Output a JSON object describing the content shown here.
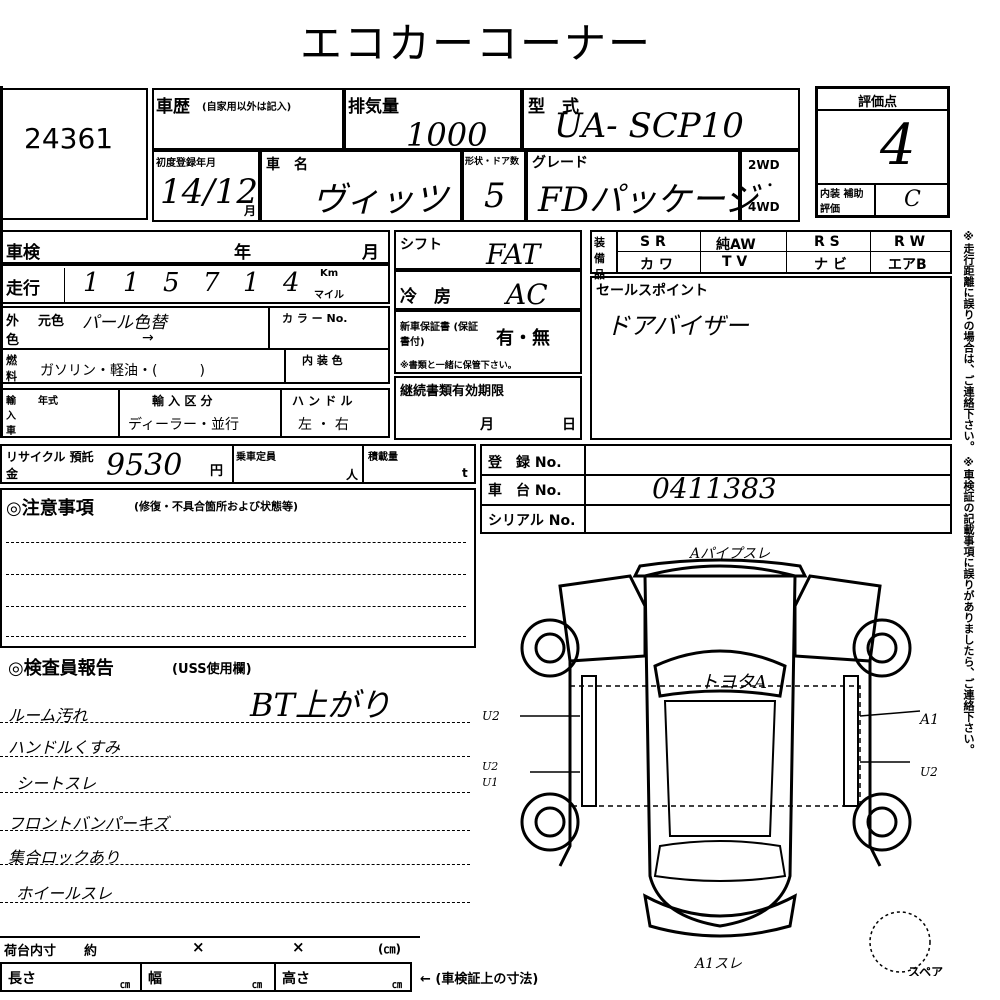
{
  "title": "エコカーコーナー",
  "lot_number": "24361",
  "history": {
    "label": "車歴",
    "note": "(自家用以外は記入)"
  },
  "displacement": {
    "label": "排気量",
    "value": "1000"
  },
  "model": {
    "label": "型　式",
    "value": "UA- SCP10"
  },
  "rating": {
    "label": "評価点",
    "value": "4",
    "interior_label": "内装 補助評価",
    "interior_value": "C"
  },
  "first_reg": {
    "label": "初度登録年月",
    "value": "14/12",
    "month": "月"
  },
  "car_name": {
    "label": "車　名",
    "value": "ヴィッツ"
  },
  "doors": {
    "label": "形状・ドア数",
    "value": "5"
  },
  "grade": {
    "label": "グレード",
    "value": "FDパッケージ"
  },
  "drive": {
    "two": "2WD",
    "dot": "・",
    "four": "4WD"
  },
  "shaken": {
    "label": "車検",
    "year": "年",
    "month": "月"
  },
  "mileage": {
    "label": "走行",
    "digits": [
      "1",
      "1",
      "5",
      "7",
      "1",
      "4"
    ],
    "unit_km": "Km",
    "unit_mile": "マイル"
  },
  "shift": {
    "label": "シフト",
    "value": "FAT"
  },
  "aircon": {
    "label": "冷　房",
    "value": "AC"
  },
  "equipment": {
    "label": "装備品",
    "row1": [
      "S R",
      "純AW",
      "R S",
      "R W"
    ],
    "row2": [
      "カ ワ",
      "T V",
      "ナ ビ",
      "エアB"
    ]
  },
  "sales_point": {
    "label": "セールスポイント",
    "value": "ドアバイザー"
  },
  "exterior_color": {
    "label": "外色",
    "original_label": "元色",
    "value": "パール色替",
    "arrow": "→"
  },
  "color_no": {
    "label": "カ ラ ー No."
  },
  "warranty": {
    "label": "新車保証書 (保証書付)",
    "value": "有・無",
    "note": "※書類と一緒に保管下さい。"
  },
  "fuel": {
    "label": "燃料",
    "options": "ガソリン・軽油・(　　　)"
  },
  "interior_color": {
    "label": "内 装 色"
  },
  "inspection_expiry": {
    "label": "継続書類有効期限",
    "month": "月",
    "day": "日"
  },
  "import": {
    "label": "輸入車",
    "year_label": "年式",
    "route_label": "輸 入 区 分",
    "route_options": "ディーラー・並行"
  },
  "handle": {
    "label": "ハ ン ド ル",
    "options": "左 ・ 右"
  },
  "recycle": {
    "label": "リサイクル 預託金",
    "value": "9530",
    "unit": "円"
  },
  "capacity": {
    "label": "乗車定員",
    "unit": "人"
  },
  "load": {
    "label": "積載量",
    "unit": "t"
  },
  "registration": {
    "label": "登　録 No."
  },
  "chassis": {
    "label": "車　台 No.",
    "value": "0411383"
  },
  "serial": {
    "label": "シリアル No."
  },
  "notes": {
    "label": "◎注意事項",
    "sub": "(修復・不具合箇所および状態等)"
  },
  "inspector": {
    "label": "◎検査員報告",
    "sub": "(USS使用欄)",
    "comment": "BT上がり",
    "lines": [
      "ルーム汚れ",
      "ハンドルくすみ",
      "シートスレ",
      "フロントバンパーキズ",
      "集合ロックあり",
      "ホイールスレ"
    ]
  },
  "diagram": {
    "front_note": "Aパイプスレ",
    "roof_note": "トヨタA",
    "left_top": "U2",
    "left_mid": "U2",
    "left_mid2": "U1",
    "right_top": "A1",
    "right_mid": "U2",
    "rear_note": "A1スレ",
    "spare": "スペア"
  },
  "cargo": {
    "label": "荷台内寸",
    "approx": "約",
    "times1": "×",
    "times2": "×",
    "unit": "(㎝)"
  },
  "dims": {
    "length": "長さ",
    "width": "幅",
    "height": "高さ",
    "cm": "㎝",
    "note": "← (車検証上の寸法)"
  },
  "side_note": "※走行距離に誤りの場合は、ご連絡下さい。 ※車検証の記載事項に誤りがありましたら、ご連絡下さい。"
}
